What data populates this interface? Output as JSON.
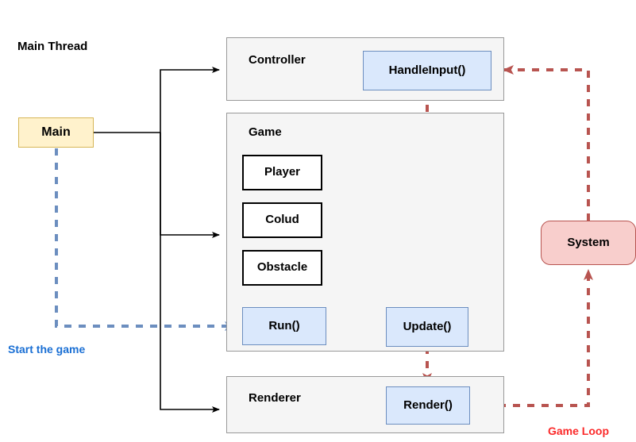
{
  "diagram": {
    "title": "Main Thread",
    "colors": {
      "blue_fill": "#dae8fc",
      "blue_stroke": "#6c8ebf",
      "yellow_fill": "#fff2cc",
      "yellow_stroke": "#d6b656",
      "red_fill": "#f8cecc",
      "red_stroke": "#b85450",
      "container_fill": "#f5f5f5",
      "container_stroke": "#999999",
      "flow_blue": "#6c8ebf",
      "flow_red": "#b85450",
      "label_blue": "#1a6fd4",
      "label_red": "#fb2a2a",
      "black": "#000000"
    },
    "labels": {
      "main_thread": "Main Thread",
      "start_the_game": "Start the game",
      "game_loop": "Game Loop"
    },
    "containers": [
      {
        "id": "controller",
        "title": "Controller"
      },
      {
        "id": "game",
        "title": "Game"
      },
      {
        "id": "renderer",
        "title": "Renderer"
      }
    ],
    "nodes": [
      {
        "id": "main",
        "label": "Main",
        "type": "yellow"
      },
      {
        "id": "handle-input",
        "label": "HandleInput()",
        "type": "blue"
      },
      {
        "id": "player",
        "label": "Player",
        "type": "plain"
      },
      {
        "id": "colud",
        "label": "Colud",
        "type": "plain"
      },
      {
        "id": "obstacle",
        "label": "Obstacle",
        "type": "plain"
      },
      {
        "id": "run",
        "label": "Run()",
        "type": "blue"
      },
      {
        "id": "update",
        "label": "Update()",
        "type": "blue"
      },
      {
        "id": "render",
        "label": "Render()",
        "type": "blue"
      },
      {
        "id": "system",
        "label": "System",
        "type": "red"
      }
    ],
    "edges": [
      {
        "id": "main-to-controller",
        "style": "solid-black",
        "from": "main",
        "to": "controller"
      },
      {
        "id": "main-to-game",
        "style": "solid-black",
        "from": "main",
        "to": "game"
      },
      {
        "id": "main-to-renderer",
        "style": "solid-black",
        "from": "main",
        "to": "renderer"
      },
      {
        "id": "main-to-run",
        "style": "dashed-blue",
        "from": "main",
        "to": "run",
        "label": "Start the game"
      },
      {
        "id": "run-to-update",
        "style": "dashed-blue",
        "from": "run",
        "to": "update"
      },
      {
        "id": "handleinput-to-update",
        "style": "dashed-red",
        "from": "handle-input",
        "to": "update"
      },
      {
        "id": "update-to-render",
        "style": "dashed-red",
        "from": "update",
        "to": "render"
      },
      {
        "id": "render-to-system",
        "style": "dashed-red",
        "from": "render",
        "to": "system",
        "label": "Game Loop"
      },
      {
        "id": "system-to-handleinput",
        "style": "dashed-red",
        "from": "system",
        "to": "handle-input"
      }
    ]
  }
}
